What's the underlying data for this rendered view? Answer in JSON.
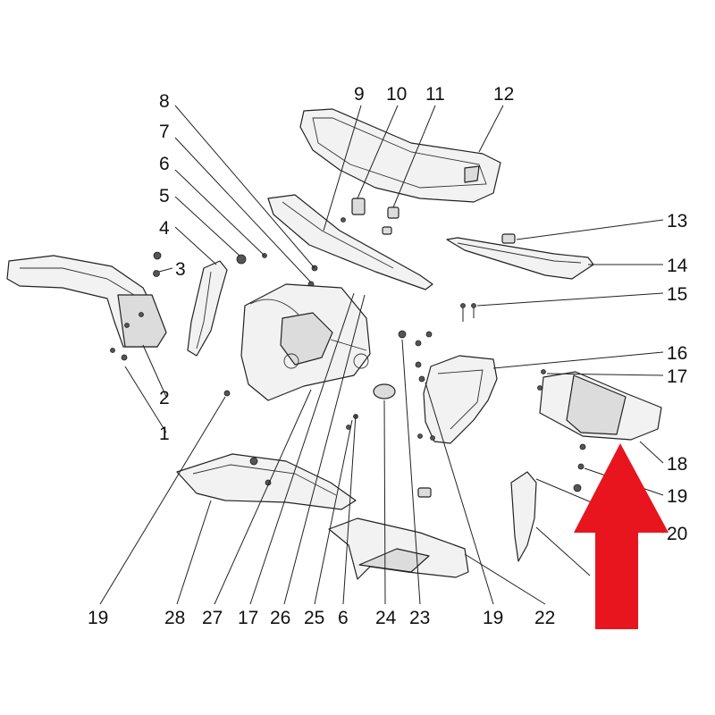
{
  "diagram": {
    "labels": [
      "1",
      "2",
      "3",
      "4",
      "5",
      "6",
      "7",
      "8",
      "9",
      "10",
      "11",
      "12",
      "13",
      "14",
      "15",
      "16",
      "17",
      "18",
      "19",
      "20",
      "19",
      "28",
      "27",
      "17",
      "26",
      "25",
      "6",
      "24",
      "23",
      "19",
      "22"
    ],
    "highlight_color": "#e8141e"
  }
}
